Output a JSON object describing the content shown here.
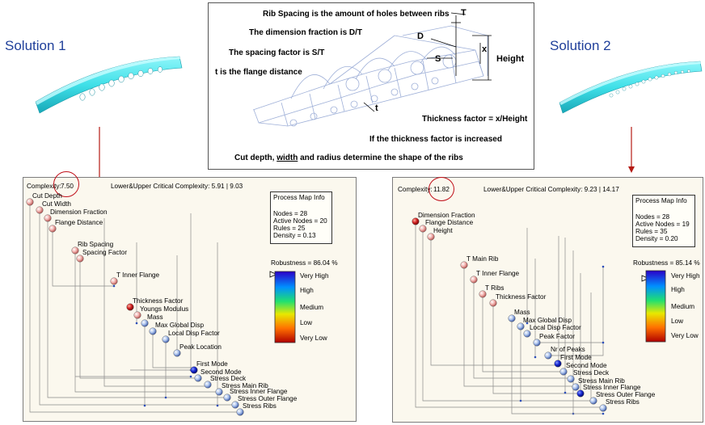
{
  "left_title": "Solution 1",
  "right_title": "Solution 2",
  "center": {
    "lines": [
      "Rib Spacing is the amount of holes between ribs",
      "The dimension fraction is D/T",
      "The spacing factor is S/T",
      "t is the flange distance",
      "Thickness factor = x/Height",
      "If the thickness factor is increased"
    ],
    "cut_pre": "Cut depth, ",
    "cut_under": "width",
    "cut_post": " and radius determine the shape of the ribs",
    "labels": {
      "T": "T",
      "D": "D",
      "S": "S",
      "x": "x",
      "height": "Height",
      "t": "t"
    }
  },
  "colors": {
    "arrow": "#b51b14",
    "panel_bg": "#fbf8ee",
    "title": "#1f3f9a",
    "beam": "#3fe0e8"
  },
  "panel1": {
    "complexity_label": "Complexity:",
    "complexity_value": "7.50",
    "critical": "Lower&Upper Critical Complexity: 5.91 | 9.03",
    "info": {
      "title": "Process Map Info",
      "nodes": "Nodes = 28",
      "active": "Active Nodes = 20",
      "rules": "Rules = 25",
      "density": "Density = 0.13"
    },
    "robustness": "Robustness = 86.04 %",
    "legend": [
      "Very High",
      "High",
      "Medium",
      "Low",
      "Very Low"
    ],
    "nodes": [
      {
        "label": "Cut Depth",
        "color": "#f0a8a4"
      },
      {
        "label": "Cut Width",
        "color": "#f0a8a4"
      },
      {
        "label": "Dimension Fraction",
        "color": "#f0a8a4"
      },
      {
        "label": "Flange Distance",
        "color": "#f0a8a4"
      },
      {
        "label": "Rib Spacing",
        "color": "#f0a8a4"
      },
      {
        "label": "Spacing Factor",
        "color": "#f0a8a4"
      },
      {
        "label": "T Inner Flange",
        "color": "#f0a8a4"
      },
      {
        "label": "Thickness Factor",
        "color": "#d02020"
      },
      {
        "label": "Youngs Modulus",
        "color": "#f0a8a4"
      },
      {
        "label": "Mass",
        "color": "#b8c8ee"
      },
      {
        "label": "Max Global Disp",
        "color": "#b8c8ee"
      },
      {
        "label": "Local Disp Factor",
        "color": "#b8c8ee"
      },
      {
        "label": "Peak Location",
        "color": "#b8c8ee"
      },
      {
        "label": "First Mode",
        "color": "#1020d0"
      },
      {
        "label": "Second Mode",
        "color": "#b8c8ee"
      },
      {
        "label": "Stress Deck",
        "color": "#b8c8ee"
      },
      {
        "label": "Stress Main Rib",
        "color": "#b8c8ee"
      },
      {
        "label": "Stress Inner Flange",
        "color": "#b8c8ee"
      },
      {
        "label": "Stress Outer Flange",
        "color": "#b8c8ee"
      },
      {
        "label": "Stress Ribs",
        "color": "#b8c8ee"
      }
    ]
  },
  "panel2": {
    "complexity_label": "Complexity:",
    "complexity_value": "11.82",
    "critical": "Lower&Upper Critical Complexity: 9.23 | 14.17",
    "info": {
      "title": "Process Map Info",
      "nodes": "Nodes = 28",
      "active": "Active Nodes = 19",
      "rules": "Rules = 35",
      "density": "Density = 0.20"
    },
    "robustness": "Robustness = 85.14 %",
    "legend": [
      "Very High",
      "High",
      "Medium",
      "Low",
      "Very Low"
    ],
    "nodes": [
      {
        "label": "Dimension Fraction",
        "color": "#c81818"
      },
      {
        "label": "Flange Distance",
        "color": "#f0a8a4"
      },
      {
        "label": "Height",
        "color": "#f0a8a4"
      },
      {
        "label": "T Main Rib",
        "color": "#f0a8a4"
      },
      {
        "label": "T Inner Flange",
        "color": "#f0a8a4"
      },
      {
        "label": "T Ribs",
        "color": "#f0a8a4"
      },
      {
        "label": "Thickness Factor",
        "color": "#f0a8a4"
      },
      {
        "label": "Mass",
        "color": "#b8c8ee"
      },
      {
        "label": "Max Global Disp",
        "color": "#b8c8ee"
      },
      {
        "label": "Local Disp Factor",
        "color": "#b8c8ee"
      },
      {
        "label": "Peak Factor",
        "color": "#b8c8ee"
      },
      {
        "label": "Nr of Peaks",
        "color": "#b8c8ee"
      },
      {
        "label": "First Mode",
        "color": "#1020d0"
      },
      {
        "label": "Second Mode",
        "color": "#b8c8ee"
      },
      {
        "label": "Stress Deck",
        "color": "#b8c8ee"
      },
      {
        "label": "Stress Main Rib",
        "color": "#b8c8ee"
      },
      {
        "label": "Stress Inner Flange",
        "color": "#1020d0"
      },
      {
        "label": "Stress Outer Flange",
        "color": "#b8c8ee"
      },
      {
        "label": "Stress Ribs",
        "color": "#b8c8ee"
      }
    ]
  }
}
